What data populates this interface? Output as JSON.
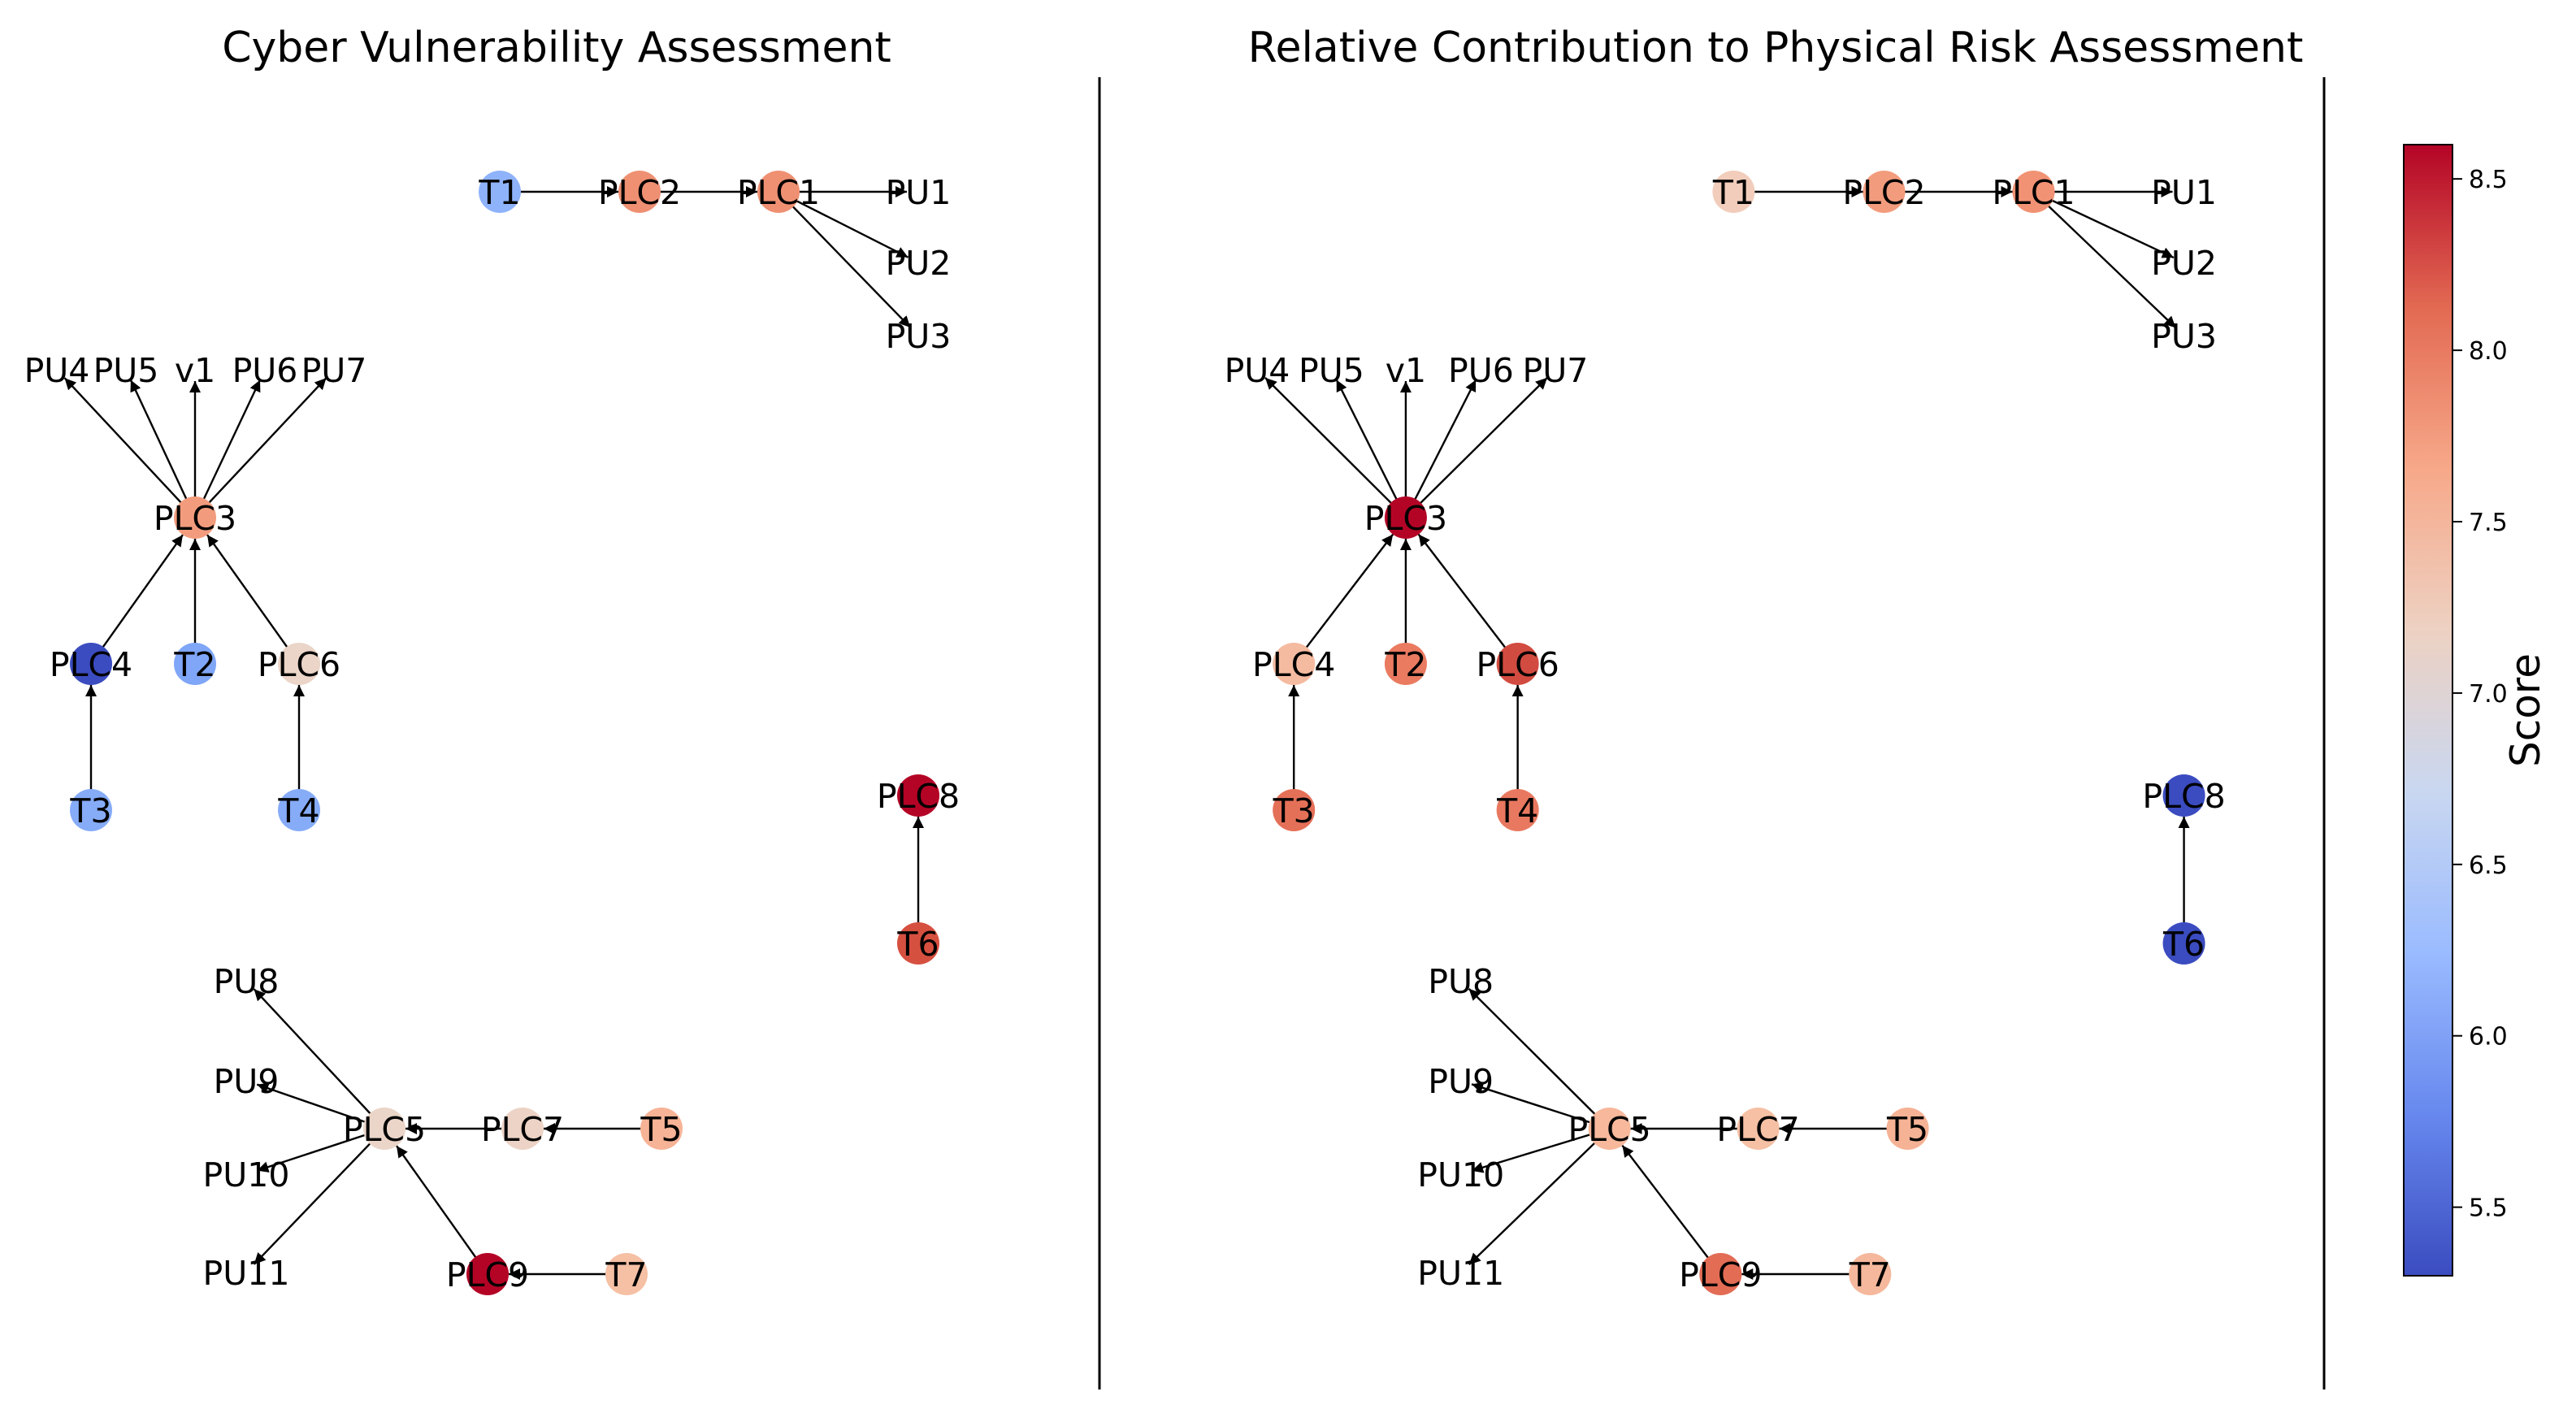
{
  "panels": [
    {
      "id": "left",
      "title": "Cyber Vulnerability Assessment",
      "node_colors": {
        "T1": "#8fb3fa",
        "PLC2": "#ef9073",
        "PLC1": "#ef9073",
        "PU1": "",
        "PU2": "",
        "PU3": "",
        "PU4": "",
        "PU5": "",
        "v1": "",
        "PU6": "",
        "PU7": "",
        "PLC3": "#f39c7d",
        "PLC4": "#3b4cc0",
        "T2": "#7fa6f7",
        "PLC6": "#ead5c8",
        "T3": "#86acf8",
        "T4": "#86acf8",
        "PLC8": "#b40426",
        "T6": "#d65040",
        "PU8": "",
        "PU9": "",
        "PU10": "",
        "PU11": "",
        "PLC5": "#ead5c8",
        "PLC7": "#ecd3c5",
        "T5": "#f7b396",
        "PLC9": "#b40426",
        "T7": "#f5c0a4"
      }
    },
    {
      "id": "right",
      "title": "Relative Contribution to Physical Risk Assessment",
      "node_colors": {
        "T1": "#f2cdbb",
        "PLC2": "#f39c7d",
        "PLC1": "#f29274",
        "PU1": "",
        "PU2": "",
        "PU3": "",
        "PU4": "",
        "PU5": "",
        "v1": "",
        "PU6": "",
        "PU7": "",
        "PLC3": "#b40426",
        "PLC4": "#f5bba0",
        "T2": "#ea7b60",
        "PLC6": "#d24b40",
        "T3": "#e57058",
        "T4": "#e87960",
        "PLC8": "#3b4cc0",
        "T6": "#3b4cc0",
        "PU8": "",
        "PU9": "",
        "PU10": "",
        "PU11": "",
        "PLC5": "#f7b89c",
        "PLC7": "#f5c0a4",
        "T5": "#f5b295",
        "PLC9": "#e36c55",
        "T7": "#f5b89c"
      }
    }
  ],
  "graph": {
    "nodes": [
      "T1",
      "PLC2",
      "PLC1",
      "PU1",
      "PU2",
      "PU3",
      "PU4",
      "PU5",
      "v1",
      "PU6",
      "PU7",
      "PLC3",
      "PLC4",
      "T2",
      "PLC6",
      "T3",
      "T4",
      "PLC8",
      "T6",
      "PU8",
      "PU9",
      "PU10",
      "PU11",
      "PLC5",
      "PLC7",
      "T5",
      "PLC9",
      "T7"
    ],
    "edges": [
      [
        "T1",
        "PLC2"
      ],
      [
        "PLC2",
        "PLC1"
      ],
      [
        "PLC1",
        "PU1"
      ],
      [
        "PLC1",
        "PU2"
      ],
      [
        "PLC1",
        "PU3"
      ],
      [
        "PLC3",
        "PU4"
      ],
      [
        "PLC3",
        "PU5"
      ],
      [
        "PLC3",
        "v1"
      ],
      [
        "PLC3",
        "PU6"
      ],
      [
        "PLC3",
        "PU7"
      ],
      [
        "PLC4",
        "PLC3"
      ],
      [
        "T2",
        "PLC3"
      ],
      [
        "PLC6",
        "PLC3"
      ],
      [
        "T3",
        "PLC4"
      ],
      [
        "T4",
        "PLC6"
      ],
      [
        "T6",
        "PLC8"
      ],
      [
        "PLC5",
        "PU8"
      ],
      [
        "PLC5",
        "PU9"
      ],
      [
        "PLC5",
        "PU10"
      ],
      [
        "PLC5",
        "PU11"
      ],
      [
        "PLC7",
        "PLC5"
      ],
      [
        "T5",
        "PLC7"
      ],
      [
        "PLC9",
        "PLC5"
      ],
      [
        "T7",
        "PLC9"
      ]
    ]
  },
  "colorbar": {
    "label": "Score",
    "min": 5.3,
    "max": 8.6,
    "ticks": [
      "5.5",
      "6.0",
      "6.5",
      "7.0",
      "7.5",
      "8.0",
      "8.5"
    ],
    "colormap": [
      "#3b4cc0",
      "#6788ee",
      "#9abbff",
      "#c9d7f0",
      "#edd1c2",
      "#f7a889",
      "#e26952",
      "#b40426"
    ]
  }
}
